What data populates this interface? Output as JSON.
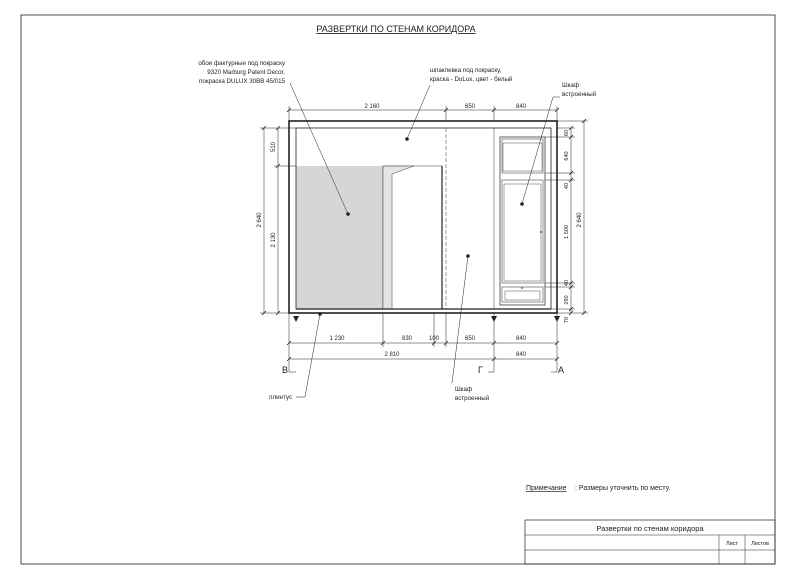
{
  "drawing": {
    "title": "РАЗВЕРТКИ ПО СТЕНАМ КОРИДОРА",
    "callouts": {
      "wallpaper": [
        "обои фактурные под покраску",
        "9320 Marburg Patent Decor,",
        "покраска DULUX 30BB 45/015"
      ],
      "putty": [
        "шпаклевка под покраску,",
        "краска - DuLux, цвет - белый"
      ],
      "wardrobe_top": [
        "Шкаф",
        "встроенный"
      ],
      "wardrobe_bottom": [
        "Шкаф",
        "встроенный"
      ],
      "plinth": "плинтус"
    },
    "dimensions": {
      "top": [
        "2 160",
        "650",
        "840"
      ],
      "bottom_row1": [
        "1 230",
        "830",
        "100",
        "650",
        "840"
      ],
      "bottom_row2": [
        "2 810",
        "840"
      ],
      "left_outer": "2 640",
      "left_inner_top": "510",
      "left_inner": "2 130",
      "right_outer": "2 640",
      "right_chain": [
        "60",
        "640",
        "40",
        "1 500",
        "40",
        "290",
        "70"
      ]
    },
    "axes": [
      "В",
      "Г",
      "А"
    ],
    "note_label": "Примечание",
    "note_text": ":  Размеры уточнить по месту."
  },
  "stamp": {
    "title": "Развертки по стенам коридора",
    "sheet_label": "Лист",
    "sheets_label": "Листов"
  }
}
